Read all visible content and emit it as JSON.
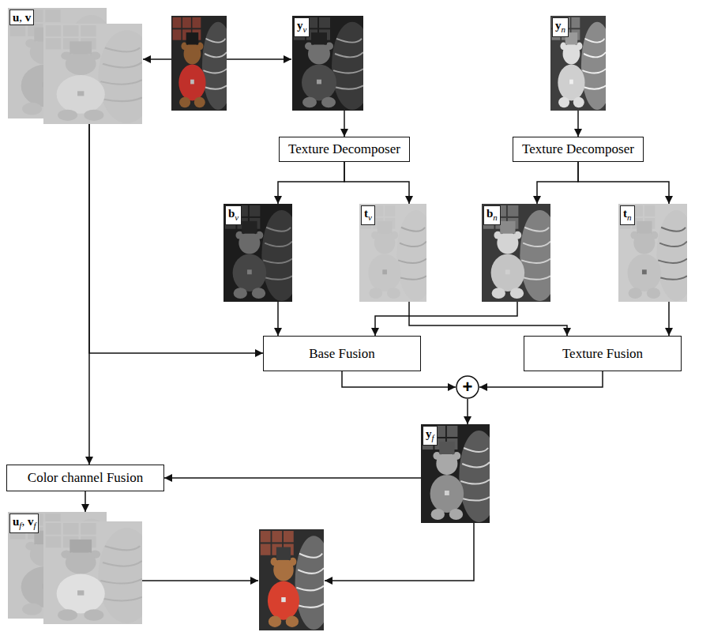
{
  "diagram": {
    "nodes": [
      {
        "text": [
          "u, v"
        ]
      },
      {
        "text": [
          "yv"
        ]
      },
      {
        "text": [
          "yn"
        ]
      },
      {
        "text": [
          "Texture Decomposer"
        ]
      },
      {
        "text": [
          "Texture Decomposer"
        ]
      },
      {
        "text": [
          "bv"
        ]
      },
      {
        "text": [
          "tv"
        ]
      },
      {
        "text": [
          "bn"
        ]
      },
      {
        "text": [
          "tn"
        ]
      },
      {
        "text": [
          "Base Fusion"
        ]
      },
      {
        "text": [
          "Texture Fusion"
        ]
      },
      {
        "text": [
          "+"
        ]
      },
      {
        "text": [
          "yf"
        ]
      },
      {
        "text": [
          "Color channel Fusion"
        ]
      },
      {
        "text": [
          "uf, vf"
        ]
      }
    ],
    "edges": [
      {
        "from": 0,
        "to": 9,
        "arrow": "to"
      },
      {
        "from": 0,
        "to": 13,
        "arrow": "to"
      },
      {
        "from": 1,
        "to": 3,
        "arrow": "to"
      },
      {
        "from": 2,
        "to": 4,
        "arrow": "to"
      },
      {
        "from": 3,
        "to": 5,
        "arrow": "to"
      },
      {
        "from": 3,
        "to": 6,
        "arrow": "to"
      },
      {
        "from": 4,
        "to": 7,
        "arrow": "to"
      },
      {
        "from": 4,
        "to": 8,
        "arrow": "to"
      },
      {
        "from": 5,
        "to": 9,
        "arrow": "to"
      },
      {
        "from": 7,
        "to": 9,
        "arrow": "to"
      },
      {
        "from": 6,
        "to": 10,
        "arrow": "to"
      },
      {
        "from": 8,
        "to": 10,
        "arrow": "to"
      },
      {
        "from": 9,
        "to": 11,
        "arrow": "to"
      },
      {
        "from": 10,
        "to": 11,
        "arrow": "to"
      },
      {
        "from": 11,
        "to": 12,
        "arrow": "to"
      },
      {
        "from": 12,
        "to": 13,
        "arrow": "to"
      },
      {
        "from": 13,
        "to": 14,
        "arrow": "to"
      }
    ]
  }
}
